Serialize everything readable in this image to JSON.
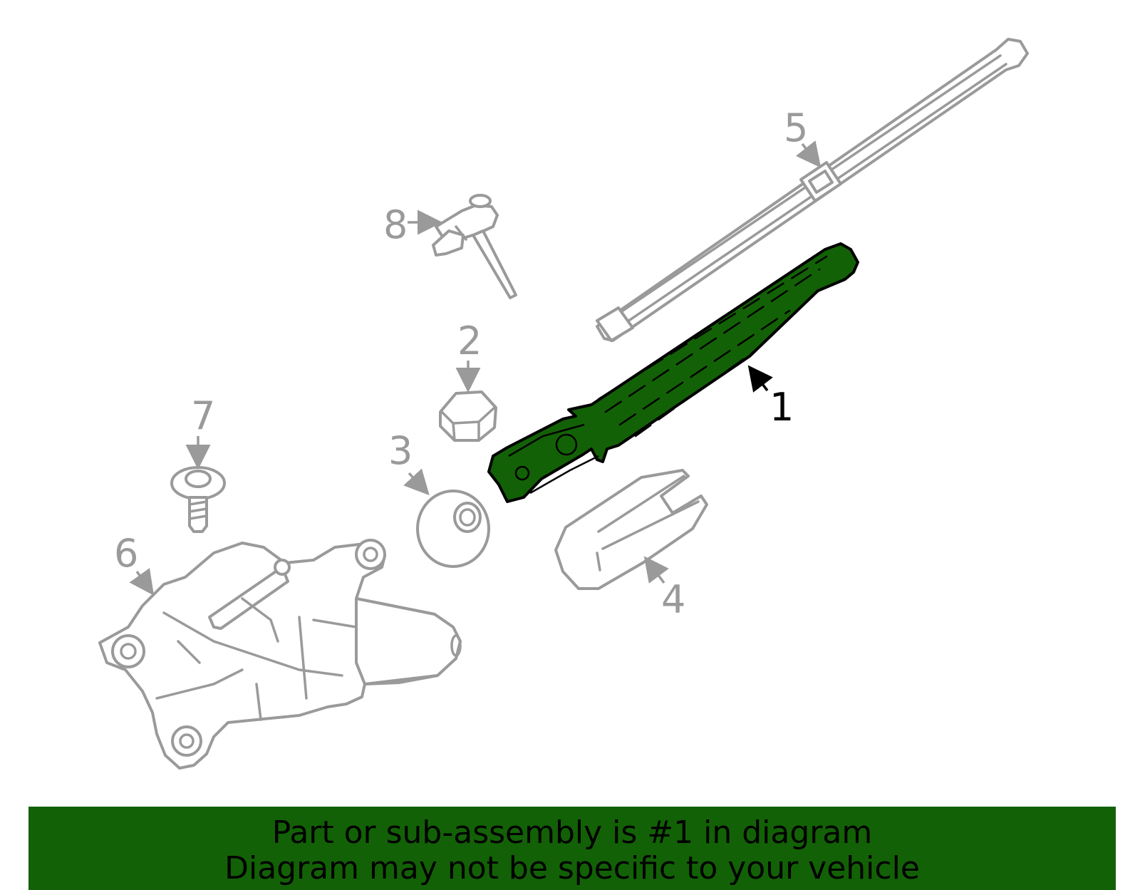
{
  "colors": {
    "highlight": "#136106",
    "part_stroke": "#9a9a9a",
    "highlight_stroke": "#000000",
    "banner_background": "#136106",
    "banner_text": "#000000"
  },
  "callouts": {
    "c1": "1",
    "c2": "2",
    "c3": "3",
    "c4": "4",
    "c5": "5",
    "c6": "6",
    "c7": "7",
    "c8": "8"
  },
  "highlighted_part": "1",
  "banner": {
    "line1": "Part or sub-assembly is #1 in diagram",
    "line2": "Diagram may not be specific to your vehicle"
  }
}
